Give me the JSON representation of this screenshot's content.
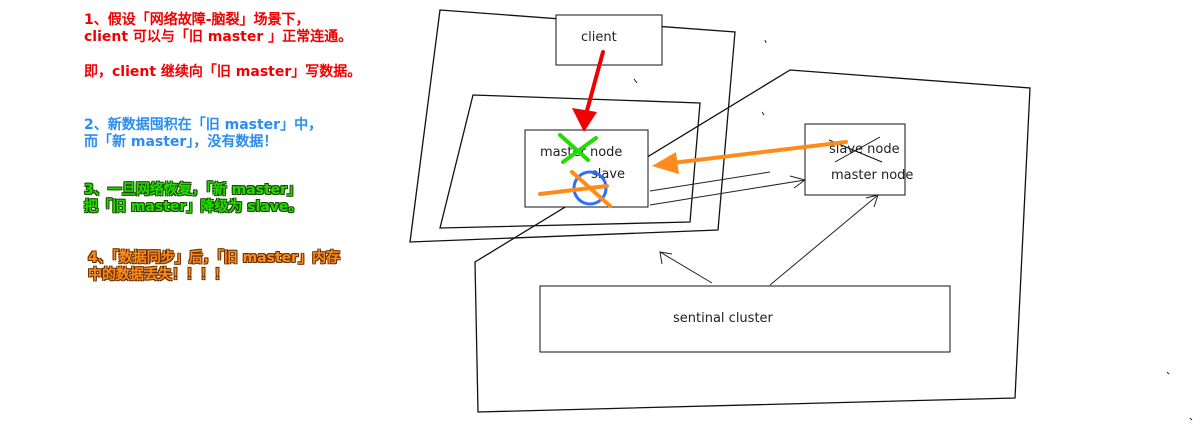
{
  "notes": {
    "n1_line1": "1、假设「网络故障-脑裂」场景下，",
    "n1_line2": "client 可以与「旧 master 」正常连通。",
    "n1_line3": "即，client 继续向「旧 master」写数据。",
    "n2_line1": "2、新数据囤积在「旧 master」中，",
    "n2_line2": "而「新 master」，没有数据！",
    "n3_line1": "3、一旦网络恢复，「新 master」",
    "n3_line2": "把「旧 master」降级为 slave。",
    "n4_line1": "4、「数据同步」后，「旧 master」内存",
    "n4_line2": "中的数据丢失！！！！"
  },
  "diagram": {
    "client_label": "client",
    "old_master_label": "master node",
    "old_slave_label": "slave",
    "new_slave_label": "slave node",
    "new_master_label": "master node",
    "sentinel_label": "sentinal cluster"
  },
  "colors": {
    "red": "#f00000",
    "blue": "#2a8df0",
    "green": "#22dd00",
    "orange": "#ff8c1a"
  }
}
